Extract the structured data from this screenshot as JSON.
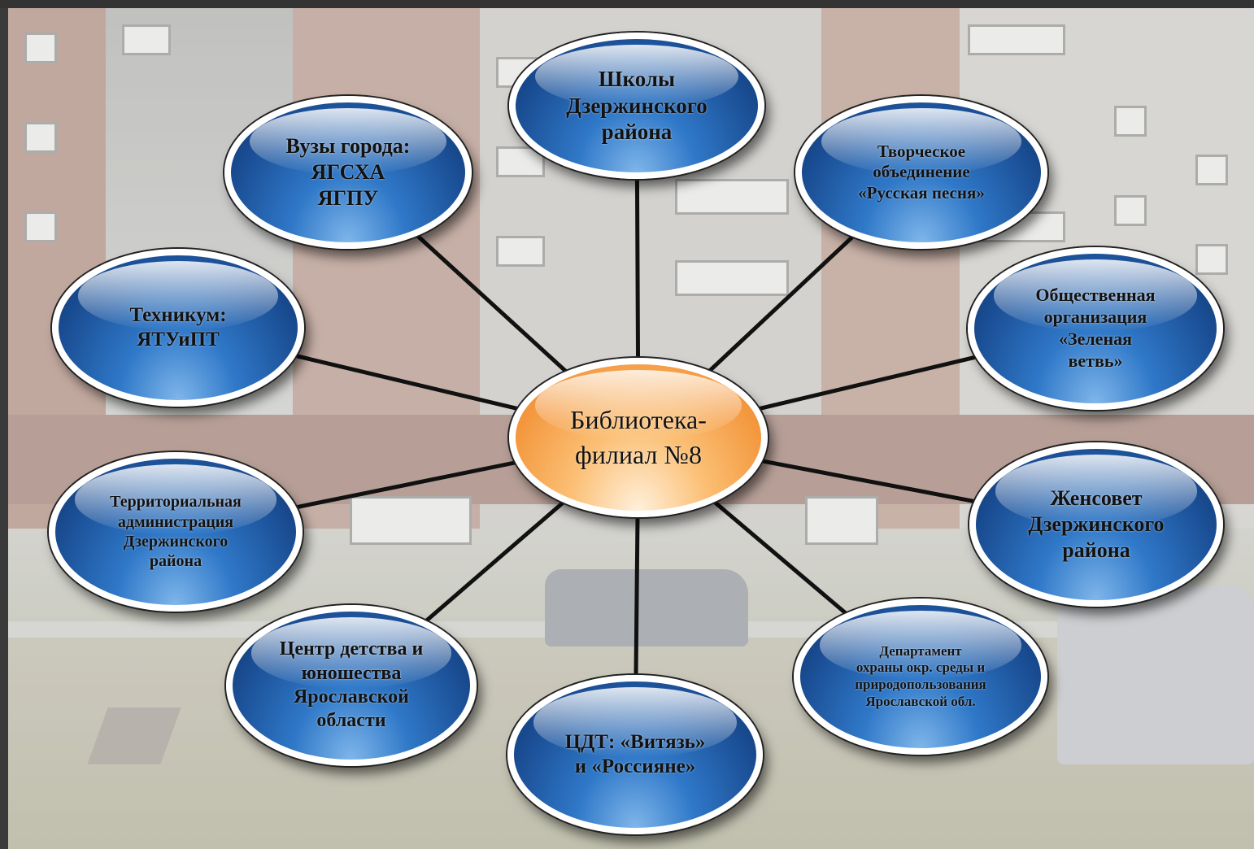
{
  "diagram": {
    "center": {
      "label": "Библиотека-\nфилиал №8",
      "color": "#f5a04a"
    },
    "node_color": "#2c6fc0",
    "connector_color": "#111111",
    "nodes": [
      {
        "id": "schools",
        "label": "Школы\nДзержинского\nрайона"
      },
      {
        "id": "universities",
        "label": "Вузы города:\nЯГСХА\nЯГПУ"
      },
      {
        "id": "creative-association",
        "label": "Творческое\nобъединение\n«Русская песня»"
      },
      {
        "id": "technical-school",
        "label": "Техникум:\nЯТУиПТ"
      },
      {
        "id": "public-organization",
        "label": "Общественная\nорганизация\n«Зеленая\nветвь»"
      },
      {
        "id": "territorial-administration",
        "label": "Территориальная\nадминистрация\nДзержинского\nрайона"
      },
      {
        "id": "women-council",
        "label": "Женсовет\nДзержинского\nрайона"
      },
      {
        "id": "youth-center",
        "label": "Центр детства и\nюношества\nЯрославской\nобласти"
      },
      {
        "id": "environment-department",
        "label": "Департамент\nохраны окр. среды и\nприродопользования\nЯрославской обл."
      },
      {
        "id": "cdt",
        "label": "ЦДТ: «Витязь»\nи «Россияне»"
      }
    ]
  }
}
